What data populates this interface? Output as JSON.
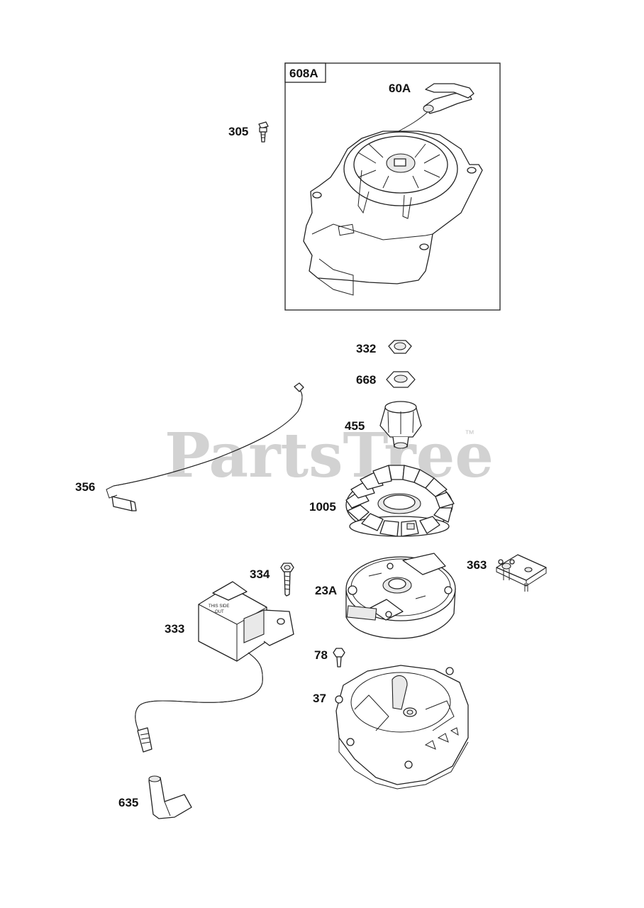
{
  "watermark": {
    "text": "PartsTree",
    "trademark": "™"
  },
  "assembly_box": {
    "label": "608A"
  },
  "callouts": {
    "p60A": "60A",
    "p305": "305",
    "p332": "332",
    "p668": "668",
    "p455": "455",
    "p356": "356",
    "p1005": "1005",
    "p334": "334",
    "p363": "363",
    "p23A": "23A",
    "p333": "333",
    "p78": "78",
    "p37": "37",
    "p635": "635"
  },
  "coil_text": {
    "line1": "THIS SIDE",
    "line2": "OUT"
  }
}
